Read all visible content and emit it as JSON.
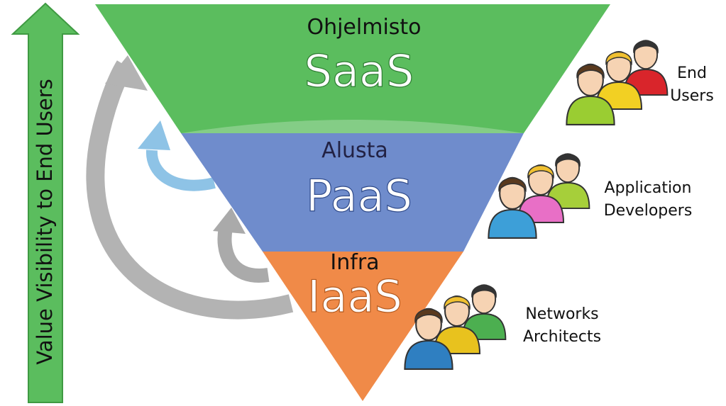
{
  "vertical_axis": {
    "label": "Value Visibility to End Users",
    "color": "#5bbd5e"
  },
  "layers": [
    {
      "id": "saas",
      "sublabel": "Ohjelmisto",
      "acronym": "SaaS",
      "color": "#5bbd5e"
    },
    {
      "id": "paas",
      "sublabel": "Alusta",
      "acronym": "PaaS",
      "color": "#6f8ccc"
    },
    {
      "id": "iaas",
      "sublabel": "Infra",
      "acronym": "IaaS",
      "color": "#f08a48"
    }
  ],
  "user_groups": [
    {
      "id": "end-users",
      "line1": "End",
      "line2": "Users",
      "colors": [
        "#9acd32",
        "#f2d023",
        "#d9252b"
      ]
    },
    {
      "id": "developers",
      "line1": "Application",
      "line2": "Developers",
      "colors": [
        "#3d9fd8",
        "#e86fc6",
        "#a6cf3a"
      ]
    },
    {
      "id": "architects",
      "line1": "Networks",
      "line2": "Architects",
      "colors": [
        "#2f7fc1",
        "#e8c21e",
        "#4caf50"
      ]
    }
  ],
  "arrow_colors": {
    "large": "#b3b3b3",
    "medium": "#aaaaaa",
    "small": "#8ec3e6"
  }
}
